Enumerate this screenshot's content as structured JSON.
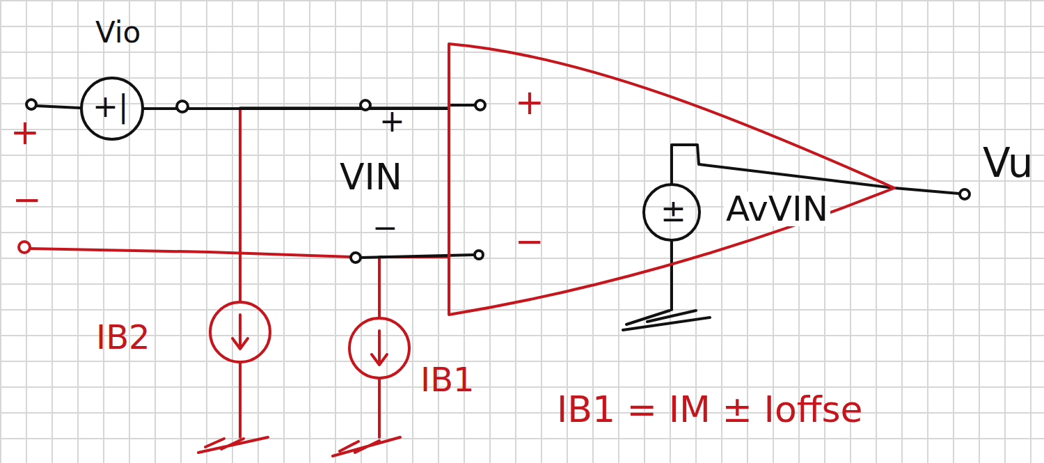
{
  "diagram": {
    "nodes": [
      {
        "text": [
          "Vio",
          "+|"
        ]
      },
      {
        "text": [
          "+",
          "−"
        ]
      },
      {
        "text": [
          "±",
          "AvVIN"
        ],
        "in": 1
      },
      {
        "text": [
          "IB2"
        ]
      },
      {
        "text": [
          "IB1"
        ]
      }
    ],
    "edges": [
      {
        "from": 0,
        "to": 1,
        "arrow": "none"
      },
      {
        "from": 3,
        "to": 1,
        "arrow": "none"
      },
      {
        "from": 4,
        "to": 1,
        "arrow": "none"
      }
    ],
    "labels": [
      "+",
      "−",
      "+",
      "VIN",
      "−",
      "Vu",
      "IB1 = IM ± Ioffse"
    ]
  }
}
